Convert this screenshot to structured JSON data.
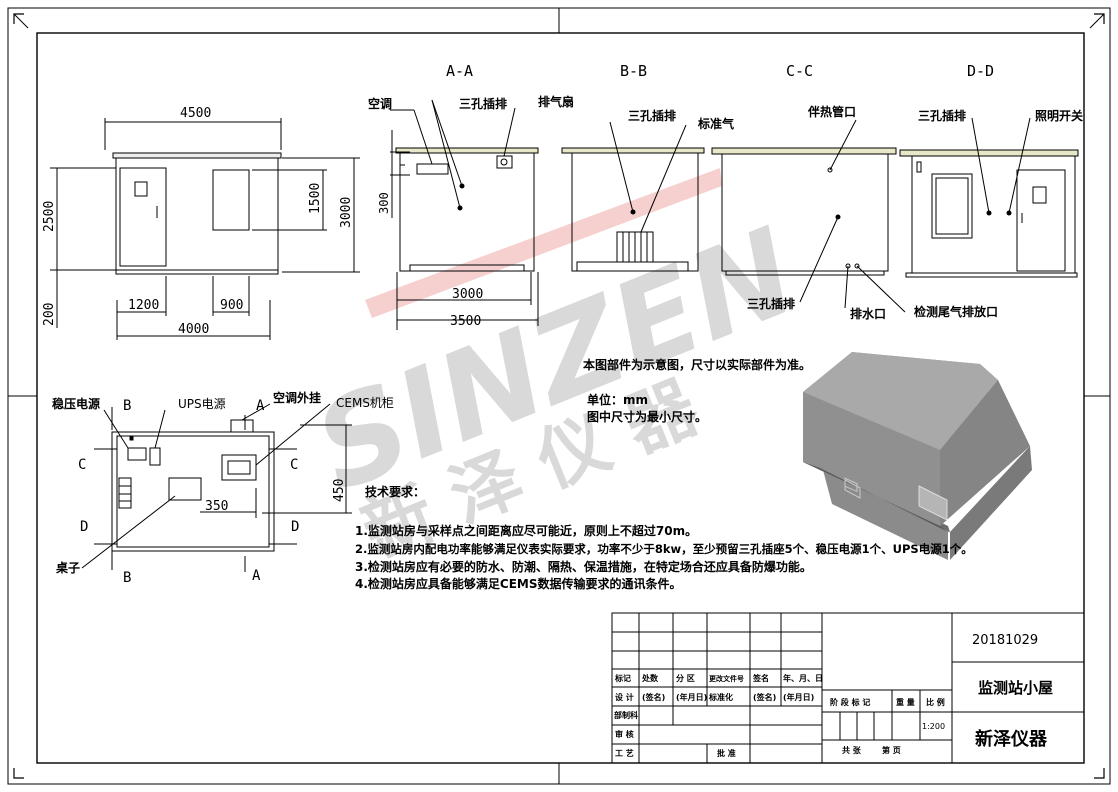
{
  "title_views": {
    "aa": "A-A",
    "bb": "B-B",
    "cc": "C-C",
    "dd": "D-D"
  },
  "front_view": {
    "dims": {
      "width_top": "4500",
      "width_bottom": "4000",
      "height_left": "2500",
      "base": "200",
      "door_w": "1200",
      "window_w": "900",
      "window_h": "1500",
      "total_h": "3000"
    }
  },
  "section_aa": {
    "labels": {
      "ac": "空调",
      "socket": "三孔插排",
      "fan": "排气扇"
    },
    "dims": {
      "d300": "300",
      "d3000": "3000",
      "d3500": "3500"
    }
  },
  "section_bb": {
    "labels": {
      "socket": "三孔插排",
      "gas": "标准气"
    }
  },
  "section_cc": {
    "labels": {
      "heat_pipe": "伴热管口",
      "socket": "三孔插排",
      "drain": "排水口",
      "exhaust": "检测尾气排放口"
    }
  },
  "section_dd": {
    "labels": {
      "socket": "三孔插排",
      "light": "照明开关"
    }
  },
  "plan": {
    "labels": {
      "regulator": "稳压电源",
      "ups": "UPS电源",
      "ac_out": "空调外挂",
      "cems": "CEMS机柜",
      "desk": "桌子"
    },
    "marks": {
      "b": "B",
      "a": "A",
      "c": "C",
      "d": "D"
    },
    "dims": {
      "d350": "350",
      "d450": "450"
    }
  },
  "notes": {
    "disclaimer": "本图部件为示意图，尺寸以实际部件为准。",
    "unit": "单位：mm",
    "min_size": "图中尺寸为最小尺寸。",
    "tech_title": "技术要求：",
    "items": [
      "1.监测站房与采样点之间距离应尽可能近，原则上不超过70m。",
      "2.监测站房内配电功率能够满足仪表实际要求，功率不少于8kw，至少预留三孔插座5个、稳压电源1个、UPS电源1个。",
      "3.检测站房应有必要的防水、防潮、隔热、保温措施，在特定场合还应具备防爆功能。",
      "4.检测站房应具备能够满足CEMS数据传输要求的通讯条件。"
    ]
  },
  "watermark": {
    "latin": "SINZEN",
    "cn": "新 泽 仪 器"
  },
  "title_block": {
    "date": "20181029",
    "name": "监测站小屋",
    "company": "新泽仪器",
    "scale": "1:200",
    "row_mark": [
      "标记",
      "处数",
      "分 区",
      "更改文件号",
      "签名",
      "年、月、日"
    ],
    "row_design": [
      "设 计",
      "(签名)",
      "(年月日)",
      "标准化",
      "(签名)",
      "(年月日)"
    ],
    "stage_row": [
      "阶 段 标 记",
      "重 量",
      "比 例"
    ],
    "left_rows": [
      "部制科",
      "审 核",
      "工 艺"
    ],
    "approve": "批 准",
    "sheets": [
      "共 张",
      "第 页"
    ]
  }
}
